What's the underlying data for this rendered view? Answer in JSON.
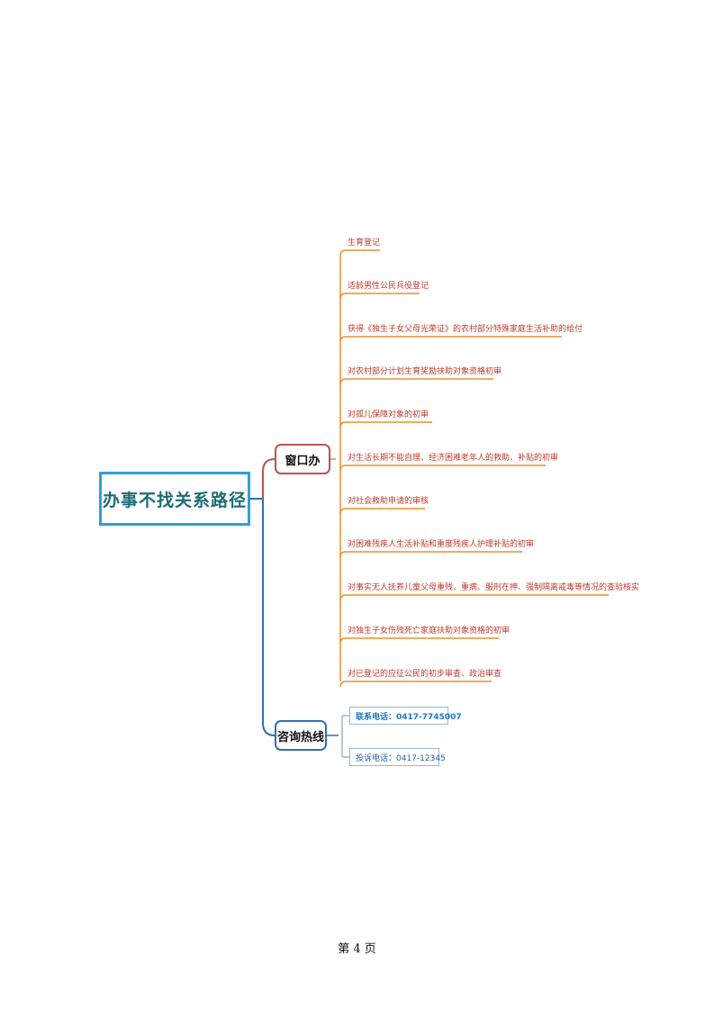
{
  "diagram": {
    "root": "办事不找关系路径",
    "window_branch": {
      "label": "窗口办",
      "items": [
        "生育登记",
        "适龄男性公民兵役登记",
        "获得《独生子女父母光荣证》的农村部分特殊家庭生活补助的给付",
        "对农村部分计划生育奖励扶助对象资格初审",
        "对孤儿保障对象的初审",
        "对生活长期不能自理、经济困难老年人的救助、补贴的初审",
        "对社会救助申请的审核",
        "对困难残疾人生活补贴和重度残疾人护理补贴的初审",
        "对事实无人抚养儿童父母重残、重病、服刑在押、强制隔离戒毒等情况的查验核实",
        "对独生子女伤残死亡家庭扶助对象资格的初审",
        "对已登记的应征公民的初步审查、政治审查"
      ]
    },
    "hotline_branch": {
      "label": "咨询热线",
      "contact_phone": "联系电话：0417-7745007",
      "complaint_phone": "投诉电话：0417-12345"
    },
    "colors": {
      "root_border": "#2f9fd3",
      "window_branch": "#c0504d",
      "window_lines": "#e7922e",
      "hotline_branch": "#2e6fb4"
    }
  },
  "footer": "第 4 页"
}
